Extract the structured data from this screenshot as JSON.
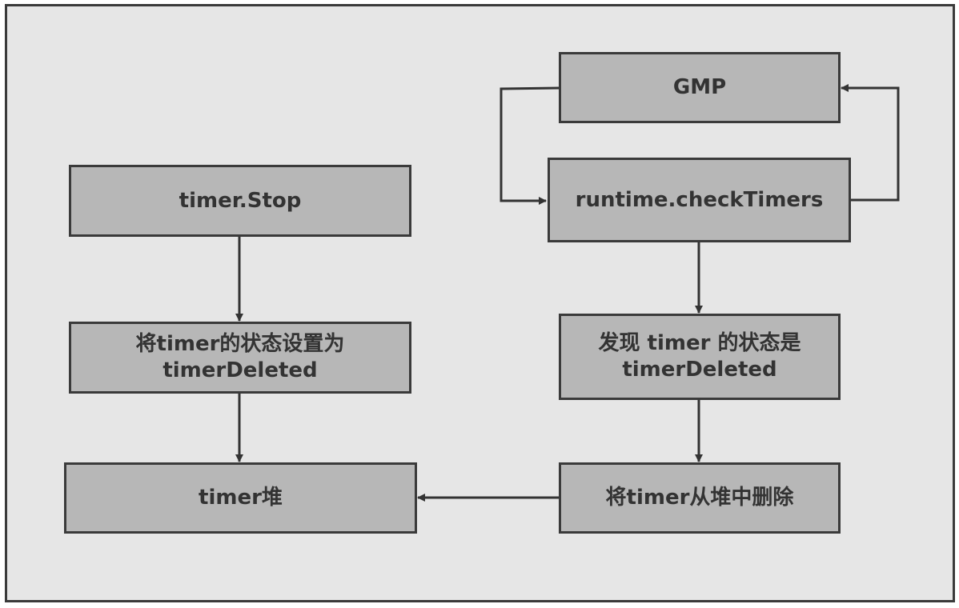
{
  "diagram": {
    "nodes": {
      "gmp": "GMP",
      "check_timers": "runtime.checkTimers",
      "timer_stop": "timer.Stop",
      "set_status": "将timer的状态设置为\ntimerDeleted",
      "found_status": "发现 timer 的状态是\ntimerDeleted",
      "timer_heap": "timer堆",
      "remove_from_heap": "将timer从堆中删除"
    },
    "edges": [
      {
        "from": "gmp",
        "to": "check_timers"
      },
      {
        "from": "check_timers",
        "to": "gmp"
      },
      {
        "from": "timer_stop",
        "to": "set_status"
      },
      {
        "from": "set_status",
        "to": "timer_heap"
      },
      {
        "from": "check_timers",
        "to": "found_status"
      },
      {
        "from": "found_status",
        "to": "remove_from_heap"
      },
      {
        "from": "remove_from_heap",
        "to": "timer_heap"
      }
    ]
  }
}
